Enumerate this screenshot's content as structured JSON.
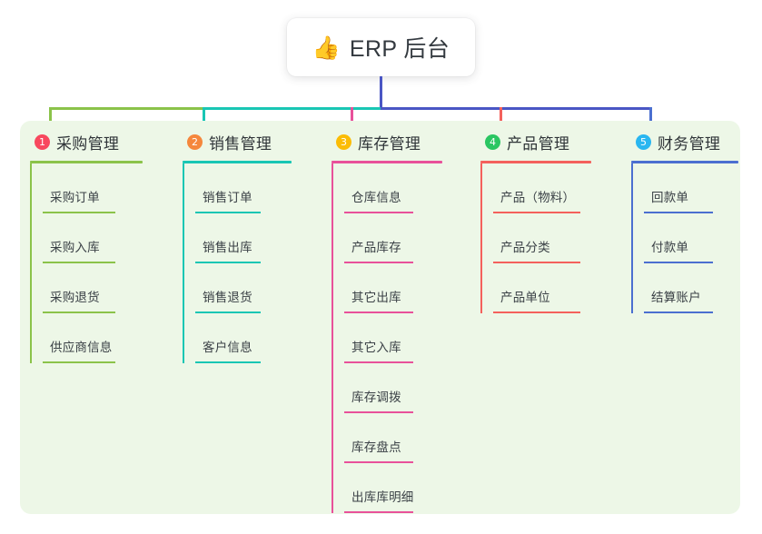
{
  "diagram": {
    "type": "mind-map",
    "root": {
      "icon": "thumbs-up-icon",
      "emoji": "👍",
      "label": "ERP 后台"
    },
    "panel_bg": "#edf7e7",
    "branches": [
      {
        "index": "1",
        "badge_number": "①",
        "badge_text": "1",
        "badge_color": "#f8485e",
        "accent": "#8bc34a",
        "title": "采购管理",
        "items": [
          {
            "label": "采购订单"
          },
          {
            "label": "采购入库"
          },
          {
            "label": "采购退货"
          },
          {
            "label": "供应商信息"
          }
        ]
      },
      {
        "index": "2",
        "badge_number": "②",
        "badge_text": "2",
        "badge_color": "#f5873c",
        "accent": "#19c6b4",
        "title": "销售管理",
        "items": [
          {
            "label": "销售订单"
          },
          {
            "label": "销售出库"
          },
          {
            "label": "销售退货"
          },
          {
            "label": "客户信息"
          }
        ]
      },
      {
        "index": "3",
        "badge_number": "③",
        "badge_text": "3",
        "badge_color": "#fbbc05",
        "accent": "#e8519a",
        "title": "库存管理",
        "items": [
          {
            "label": "仓库信息"
          },
          {
            "label": "产品库存"
          },
          {
            "label": "其它出库"
          },
          {
            "label": "其它入库"
          },
          {
            "label": "库存调拨"
          },
          {
            "label": "库存盘点"
          },
          {
            "label": "出库库明细"
          }
        ]
      },
      {
        "index": "4",
        "badge_number": "④",
        "badge_text": "4",
        "badge_color": "#2ac662",
        "accent": "#f4615c",
        "title": "产品管理",
        "items": [
          {
            "label": "产品（物料）"
          },
          {
            "label": "产品分类"
          },
          {
            "label": "产品单位"
          }
        ]
      },
      {
        "index": "5",
        "badge_number": "⑤",
        "badge_text": "5",
        "badge_color": "#29b6f0",
        "accent": "#4b6fd0",
        "title": "财务管理",
        "items": [
          {
            "label": "回款单"
          },
          {
            "label": "付款单"
          },
          {
            "label": "结算账户"
          }
        ]
      }
    ],
    "connectors": {
      "trunk_color": "#4a56c4",
      "bus_segments": [
        {
          "color": "#8bc34a"
        },
        {
          "color": "#19c6b4"
        },
        {
          "color": "#4a56c4"
        }
      ]
    }
  }
}
